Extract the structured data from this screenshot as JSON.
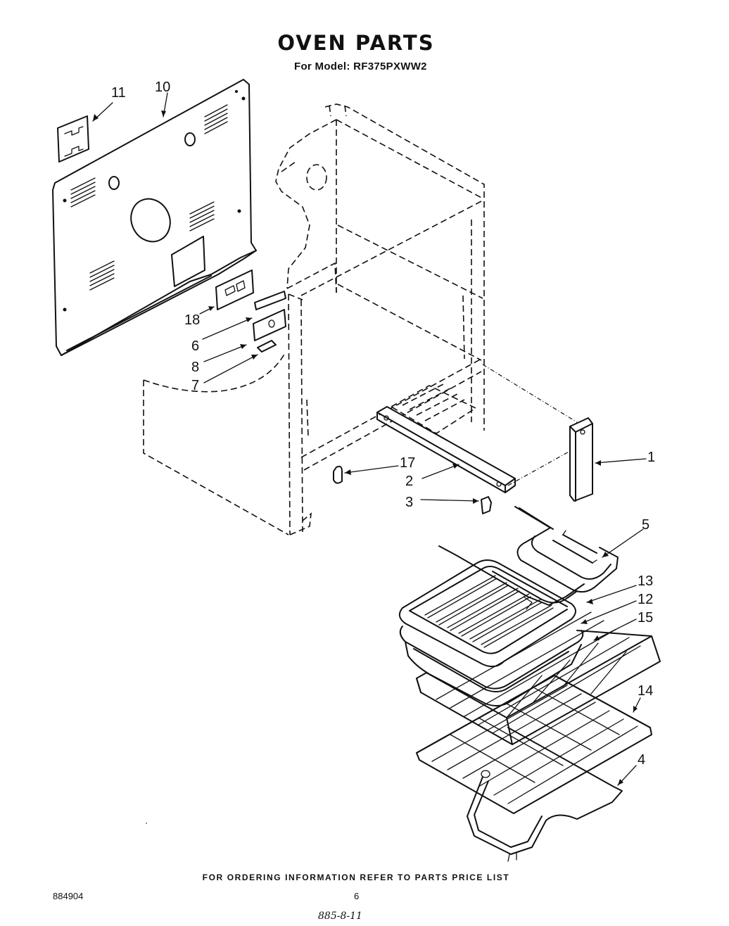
{
  "title": "OVEN PARTS",
  "model_line": "For Model: RF375PXWW2",
  "footer": "FOR ORDERING INFORMATION REFER TO PARTS PRICE LIST",
  "doc_number": "884904",
  "page_number": "6",
  "handwritten_note": "885-8-11",
  "callouts": {
    "c1": "1",
    "c2": "2",
    "c3": "3",
    "c4": "4",
    "c5": "5",
    "c6": "6",
    "c7": "7",
    "c8": "8",
    "c10": "10",
    "c11": "11",
    "c12": "12",
    "c13": "13",
    "c14": "14",
    "c15": "15",
    "c17": "17",
    "c18": "18"
  }
}
